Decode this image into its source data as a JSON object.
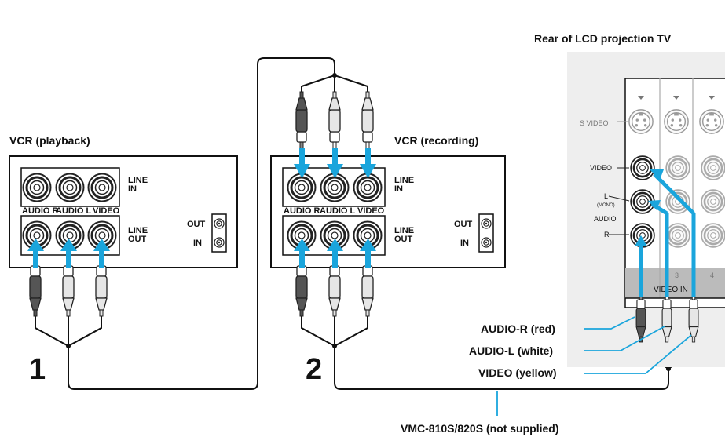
{
  "titles": {
    "vcr_playback": "VCR (playback)",
    "vcr_recording": "VCR (recording)",
    "rear_tv": "Rear of LCD projection TV"
  },
  "vcr": {
    "line_in": [
      "LINE",
      "IN"
    ],
    "line_out": [
      "LINE",
      "OUT"
    ],
    "jack_labels": [
      "AUDIO R",
      "AUDIO L",
      "VIDEO"
    ],
    "out": "OUT",
    "in": "IN"
  },
  "tv": {
    "s_video": "S VIDEO",
    "video": "VIDEO",
    "l": "L",
    "mono": "(MONO)",
    "audio": "AUDIO",
    "r": "R",
    "nums": [
      "3",
      "4"
    ],
    "video_in": "VIDEO IN"
  },
  "steps": [
    "1",
    "2"
  ],
  "callouts": {
    "audio_r": "AUDIO-R (red)",
    "audio_l": "AUDIO-L (white)",
    "video": "VIDEO (yellow)"
  },
  "cable": "VMC-810S/820S (not supplied)",
  "colors": {
    "arrow": "#1aa5dc",
    "plug_dark": "#555555",
    "plug_light": "#e6e6e6",
    "panel_fill": "#eeeeee",
    "strip": "#bbbbbb"
  }
}
